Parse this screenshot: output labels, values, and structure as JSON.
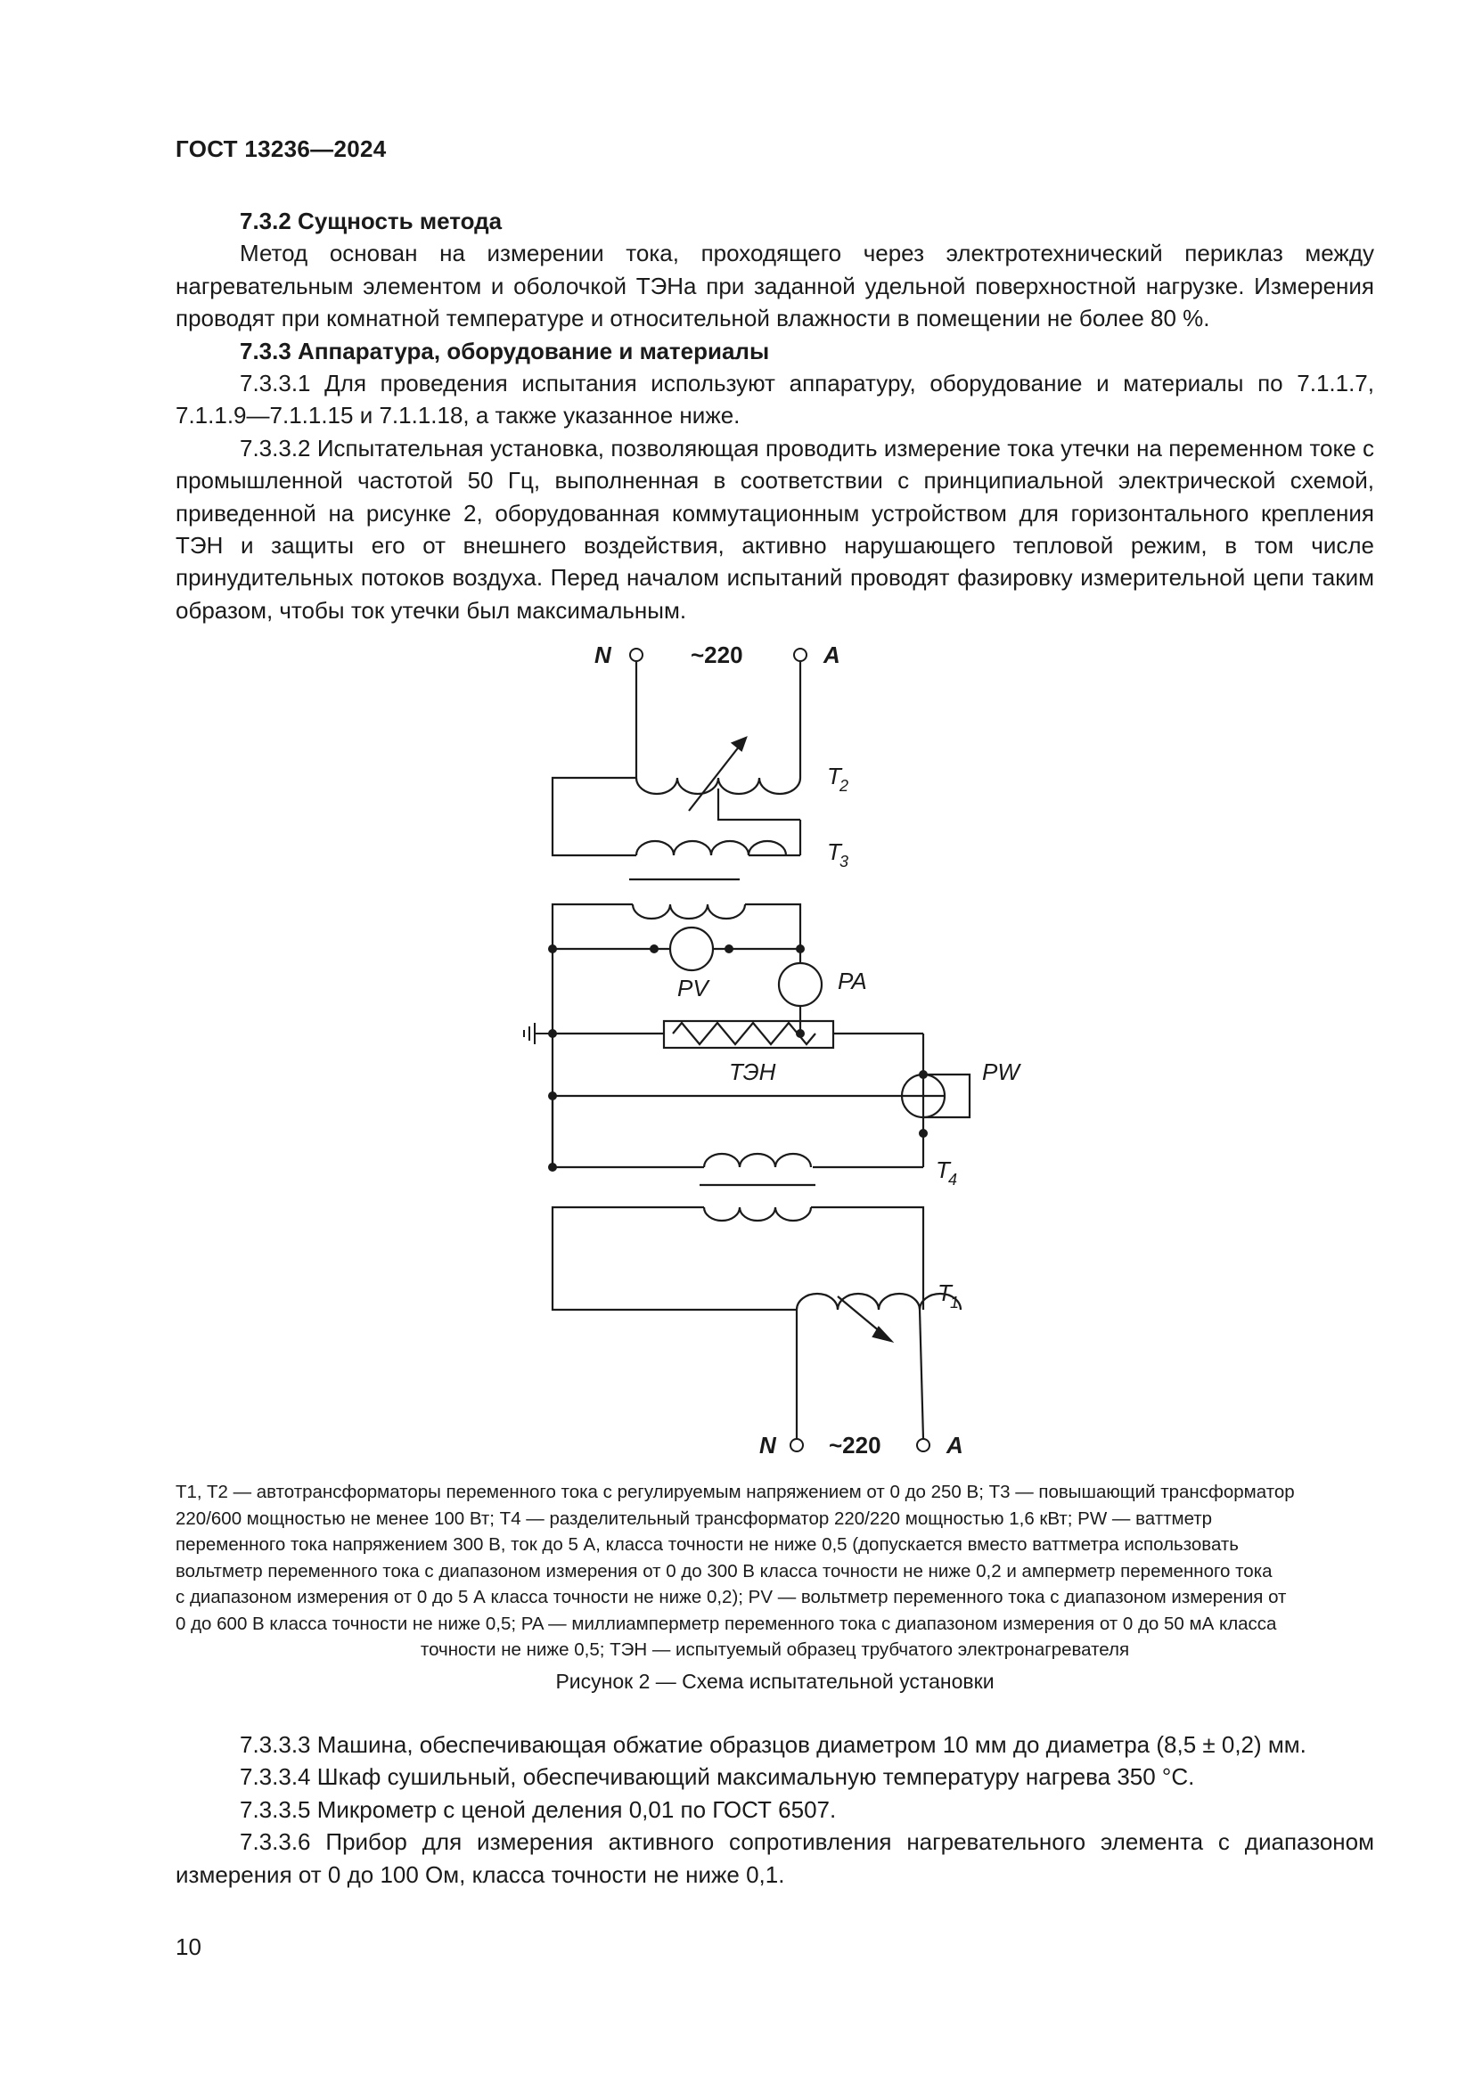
{
  "header": {
    "standard": "ГОСТ 13236—2024"
  },
  "top_paragraphs": [
    {
      "text": "7.3.2 Сущность метода",
      "bold": true
    },
    {
      "text": "Метод основан на измерении тока, проходящего через электротехнический периклаз между нагревательным элементом и оболочкой ТЭНа при заданной удельной поверхностной нагрузке. Измерения проводят при комнатной температуре и относительной влажности в помещении не более 80 %.",
      "bold": false
    },
    {
      "text": "7.3.3 Аппаратура, оборудование и материалы",
      "bold": true
    },
    {
      "text": "7.3.3.1 Для проведения испытания используют аппаратуру, оборудование и материалы по 7.1.1.7, 7.1.1.9—7.1.1.15 и 7.1.1.18, а также указанное ниже.",
      "bold": false
    },
    {
      "text": "7.3.3.2 Испытательная установка, позволяющая проводить измерение тока утечки на переменном токе с промышленной частотой 50 Гц, выполненная в соответствии с принципиальной электрической схемой, приведенной на рисунке 2, оборудованная коммутационным устройством для горизонтального крепления ТЭН и защиты его от внешнего воздействия, активно нарушающего тепловой режим, в том числе принудительных потоков воздуха. Перед началом испытаний проводят фазировку измерительной цепи таким образом, чтобы ток утечки был максимальным.",
      "bold": false
    }
  ],
  "diagram": {
    "supply_top": {
      "n": "N",
      "voltage": "~220",
      "a": "A"
    },
    "supply_bottom": {
      "n": "N",
      "voltage": "~220",
      "a": "A"
    },
    "labels": {
      "t2": "T",
      "t2_sub": "2",
      "t3": "T",
      "t3_sub": "3",
      "t4": "T",
      "t4_sub": "4",
      "t1": "T",
      "t1_sub": "1",
      "pv": "PV",
      "pa": "PA",
      "pw": "PW",
      "ten": "ТЭН"
    }
  },
  "caption_lines": [
    "T1, T2 — автотрансформаторы переменного тока с регулируемым напряжением от 0 до 250 В; T3 — повышающий трансформатор",
    "220/600 мощностью не менее 100 Вт; T4 — разделительный трансформатор 220/220 мощностью 1,6 кВт; PW — ваттметр",
    "переменного тока напряжением 300 В, ток до 5 А, класса точности не ниже 0,5 (допускается вместо ваттметра использовать",
    "вольтметр переменного тока с диапазоном измерения от 0 до 300 В класса точности не ниже 0,2 и амперметр переменного тока",
    "с диапазоном измерения от 0 до 5 А класса точности не ниже 0,2); PV — вольтметр переменного тока с диапазоном измерения от",
    "0 до 600 В класса точности не ниже 0,5; PA — миллиамперметр переменного тока с диапазоном измерения от 0 до 50 мА класса",
    "точности не ниже 0,5; ТЭН — испытуемый образец трубчатого электронагревателя"
  ],
  "figure_title": "Рисунок 2 — Схема испытательной установки",
  "bottom_paragraphs": [
    {
      "text": "7.3.3.3 Машина, обеспечивающая обжатие образцов диаметром 10 мм до диаметра (8,5 ± 0,2) мм."
    },
    {
      "text": "7.3.3.4 Шкаф сушильный, обеспечивающий максимальную температуру нагрева 350 °С."
    },
    {
      "text": "7.3.3.5 Микрометр с ценой деления 0,01 по ГОСТ 6507."
    },
    {
      "text": "7.3.3.6 Прибор для измерения активного сопротивления нагревательного элемента с диапазоном измерения от 0 до 100 Ом, класса точности не ниже 0,1."
    }
  ],
  "page_number": "10"
}
